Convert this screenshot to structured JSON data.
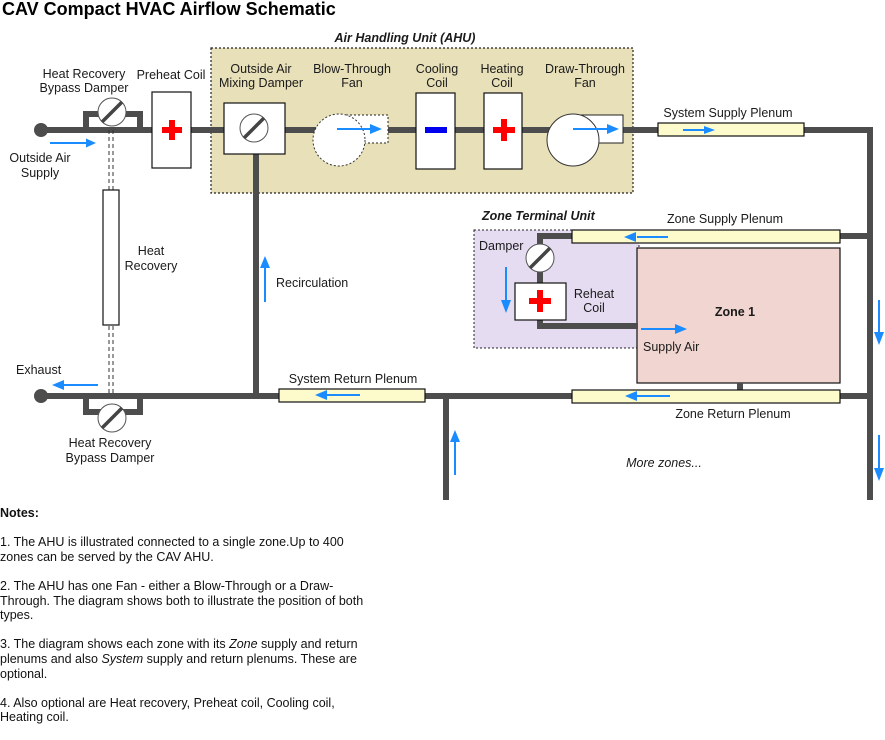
{
  "title": "CAV Compact HVAC Airflow Schematic",
  "ahu": {
    "label": "Air Handling Unit (AHU)",
    "components": {
      "oa_mixing_damper": [
        "Outside Air",
        "Mixing Damper"
      ],
      "blow_through_fan": [
        "Blow-Through",
        "Fan"
      ],
      "cooling_coil": [
        "Cooling",
        "Coil"
      ],
      "heating_coil": [
        "Heating",
        "Coil"
      ],
      "draw_through_fan": [
        "Draw-Through",
        "Fan"
      ]
    }
  },
  "outside_air": {
    "hr_bypass_damper_top": [
      "Heat Recovery",
      "Bypass Damper"
    ],
    "preheat_coil": "Preheat Coil",
    "outside_air_supply": [
      "Outside Air",
      "Supply"
    ]
  },
  "heat_recovery": [
    "Heat",
    "Recovery"
  ],
  "recirculation": "Recirculation",
  "exhaust": {
    "label": "Exhaust",
    "hr_bypass_damper_bottom": [
      "Heat Recovery",
      "Bypass Damper"
    ]
  },
  "plenums": {
    "system_supply": "System Supply Plenum",
    "system_return": "System Return Plenum",
    "zone_supply": "Zone Supply Plenum",
    "zone_return": "Zone Return Plenum"
  },
  "zone_terminal_unit": {
    "label": "Zone Terminal Unit",
    "damper": "Damper",
    "reheat_coil": [
      "Reheat",
      "Coil"
    ],
    "supply_air": "Supply Air"
  },
  "zone": {
    "label": "Zone 1"
  },
  "more_zones": "More zones...",
  "colors": {
    "duct": "#4d4d4d",
    "ahu_fill": "#e8e0b8",
    "terminal_fill": "#e6dcf2",
    "zone_fill": "#f0d5d0",
    "plenum_fill": "#fdfbcc",
    "flow_arrow": "#1a8cff",
    "heating": "#ff0000",
    "cooling": "#0000ee"
  },
  "notes": {
    "heading": "Notes:",
    "items": [
      {
        "parts": [
          "1. The AHU is illustrated connected to a single zone.Up to 400 zones can be served by the CAV AHU."
        ]
      },
      {
        "parts": [
          "2. The AHU has one Fan - either a Blow-Through or a Draw-Through. The diagram shows both to illustrate the position of both types."
        ]
      },
      {
        "parts": [
          "3. The diagram shows each zone with its ",
          "Zone",
          " supply and return plenums and also ",
          "System",
          " supply and return plenums. These are optional."
        ]
      },
      {
        "parts": [
          "4. Also optional are Heat recovery, Preheat coil, Cooling coil, Heating coil."
        ]
      }
    ]
  }
}
